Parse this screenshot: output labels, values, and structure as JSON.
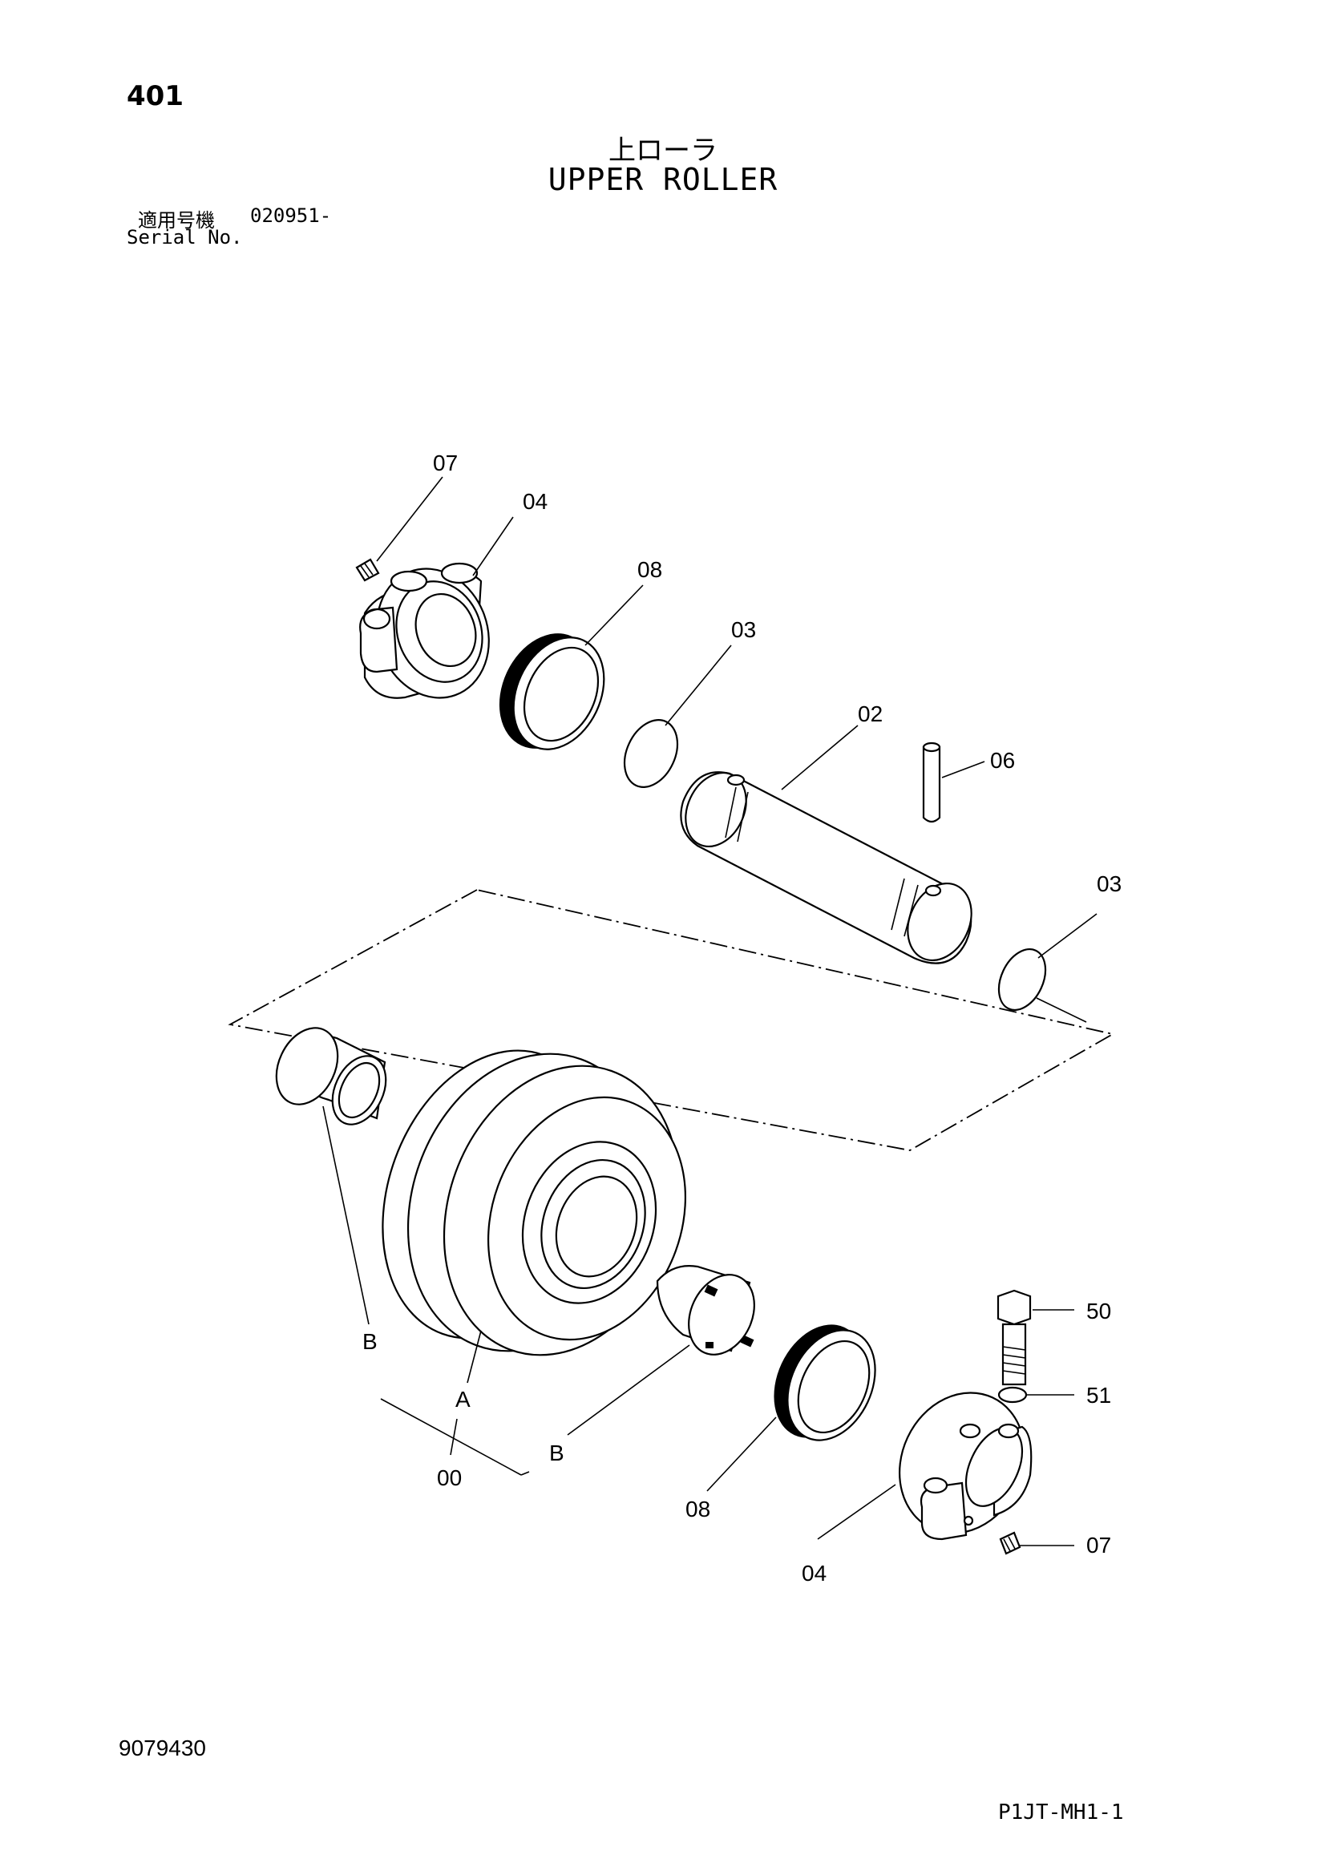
{
  "header": {
    "page_number": "401",
    "title_jp": "上ローラ",
    "title_en": "UPPER ROLLER"
  },
  "serial": {
    "label_jp": "適用号機",
    "value": "020951-",
    "label_en": "Serial No."
  },
  "callouts": {
    "c07_top": "07",
    "c04_top": "04",
    "c08_top": "08",
    "c03_top": "03",
    "c02": "02",
    "c06": "06",
    "c03_right": "03",
    "c50": "50",
    "c51": "51",
    "c07_bottom": "07",
    "c04_bottom": "04",
    "c08_bottom": "08",
    "c00": "00",
    "cA": "A",
    "cB_left": "B",
    "cB_right": "B"
  },
  "footer": {
    "doc_number": "9079430",
    "page_code": "P1JT-MH1-1"
  }
}
